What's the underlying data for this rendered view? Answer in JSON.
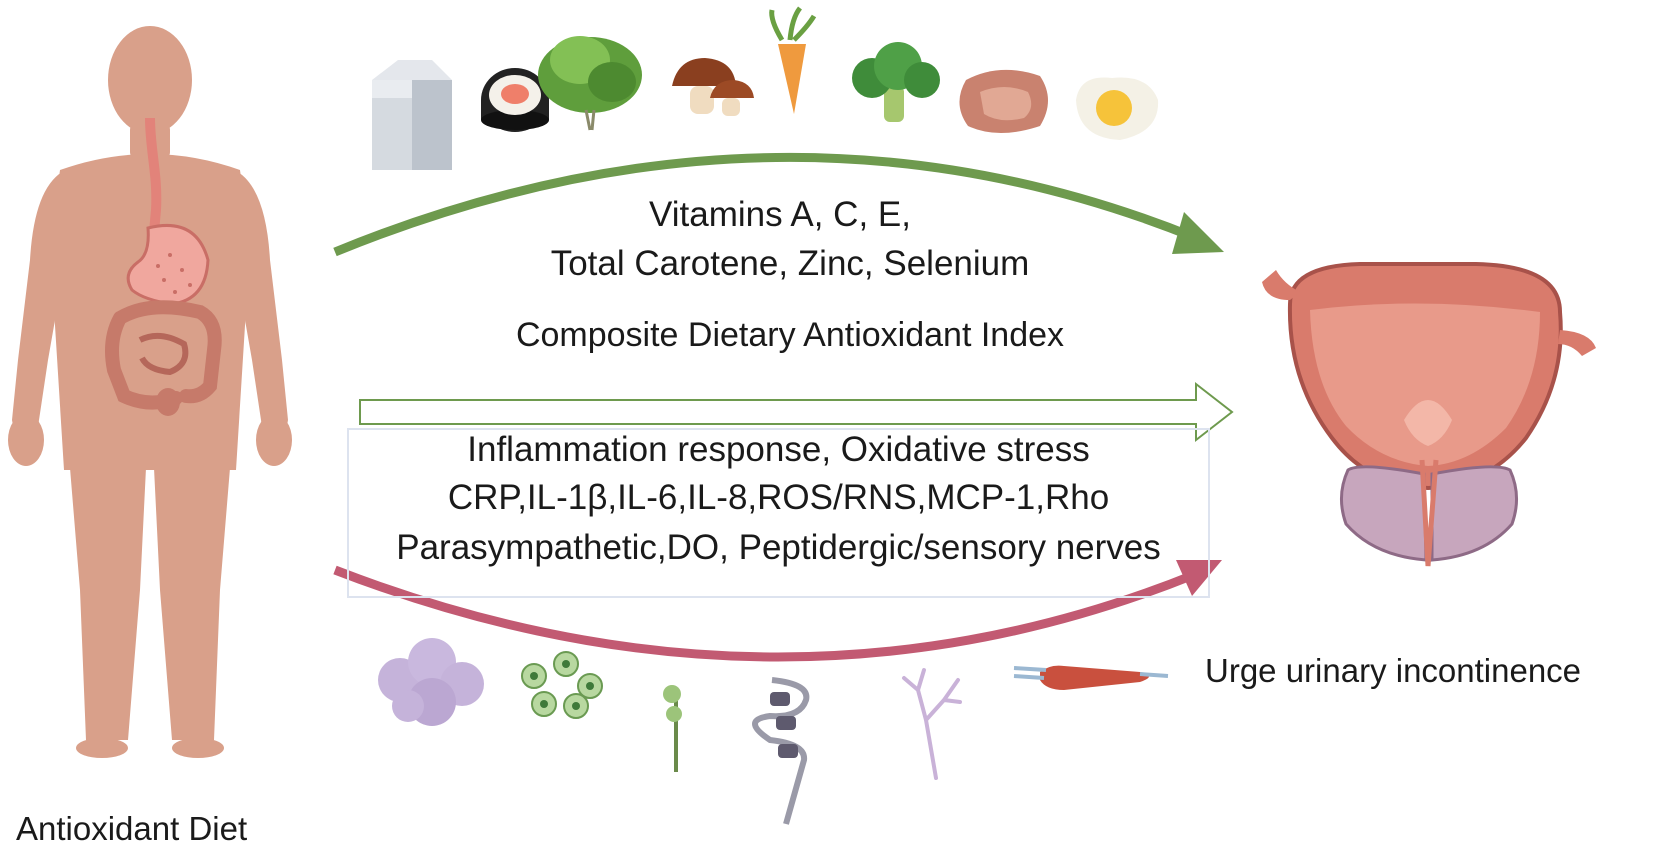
{
  "labels": {
    "vitamins_line1": "Vitamins A, C, E,",
    "vitamins_line2": "Total Carotene, Zinc, Selenium",
    "cdai": "Composite Dietary Antioxidant Index",
    "mechanisms_line1": "Inflammation response, Oxidative stress",
    "mechanisms_line2": "CRP,IL-1β,IL-6,IL-8,ROS/RNS,MCP-1,Rho",
    "mechanisms_line3": "Parasympathetic,DO, Peptidergic/sensory nerves",
    "outcome": "Urge urinary incontinence",
    "diet": "Antioxidant Diet"
  },
  "icons": {
    "top_foods": [
      "milk-carton-icon",
      "sushi-roll-icon",
      "lettuce-icon",
      "mushroom-icon",
      "carrot-icon",
      "broccoli-icon",
      "meat-steak-icon",
      "fried-egg-icon"
    ],
    "bottom_items": [
      "inflammation-cloud-icon",
      "cells-icon",
      "nerve-fiber-icon",
      "receptor-chain-icon",
      "branched-nerve-icon",
      "muscle-fiber-icon"
    ],
    "figures": [
      "human-body-icon",
      "bladder-icon"
    ]
  },
  "colors": {
    "green_arrow": "#6e9a4e",
    "red_arrow": "#c25a72",
    "body": "#d9a08a",
    "bladder": "#d97b6c"
  }
}
